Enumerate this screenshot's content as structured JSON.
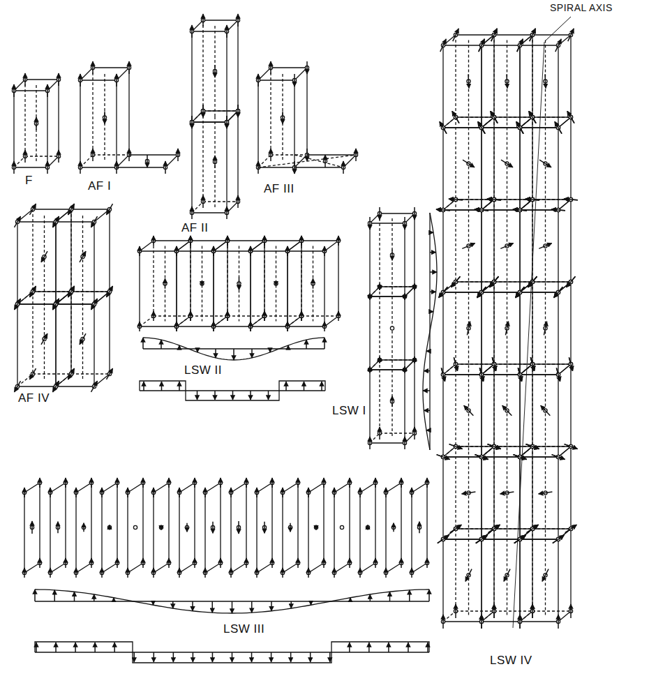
{
  "diagram": {
    "labels": [
      "SPIRAL AXIS",
      "F",
      "AF I",
      "AF II",
      "AF III",
      "AF IV",
      "LSW II",
      "LSW I",
      "LSW III",
      "LSW IV"
    ]
  }
}
